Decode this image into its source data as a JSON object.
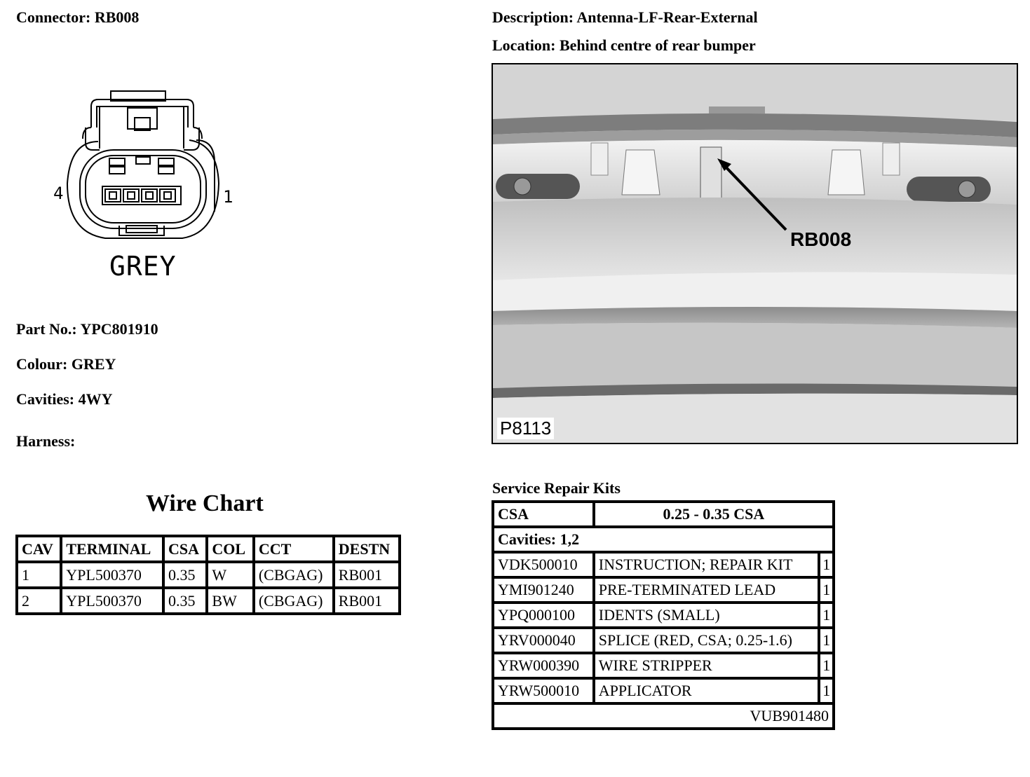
{
  "connector": {
    "label": "Connector:",
    "value": "RB008"
  },
  "description": {
    "label": "Description:",
    "value": "Antenna-LF-Rear-External"
  },
  "location": {
    "label": "Location:",
    "value": "Behind centre of rear bumper"
  },
  "drawing": {
    "pin_left": "4",
    "pin_right": "1",
    "colour_text": "GREY"
  },
  "photo": {
    "callout": "RB008",
    "ref": "P8113"
  },
  "part_no": {
    "label": "Part No.:",
    "value": "YPC801910"
  },
  "colour": {
    "label": "Colour:",
    "value": "GREY"
  },
  "cavities": {
    "label": "Cavities:",
    "value": "4WY"
  },
  "harness": {
    "label": "Harness:",
    "value": ""
  },
  "wire_chart": {
    "title": "Wire Chart",
    "headers": [
      "CAV",
      "TERMINAL",
      "CSA",
      "COL",
      "CCT",
      "DESTN"
    ],
    "rows": [
      [
        "1",
        "YPL500370",
        "0.35",
        "W",
        "(CBGAG)",
        "RB001"
      ],
      [
        "2",
        "YPL500370",
        "0.35",
        "BW",
        "(CBGAG)",
        "RB001"
      ]
    ]
  },
  "repair_kits": {
    "title": "Service Repair Kits",
    "csa_label": "CSA",
    "csa_value": "0.25 - 0.35 CSA",
    "cavities_line": "Cavities: 1,2",
    "items": [
      [
        "VDK500010",
        "INSTRUCTION; REPAIR KIT",
        "1"
      ],
      [
        "YMI901240",
        "PRE-TERMINATED LEAD",
        "1"
      ],
      [
        "YPQ000100",
        "IDENTS (SMALL)",
        "1"
      ],
      [
        "YRV000040",
        "SPLICE (RED, CSA; 0.25-1.6)",
        "1"
      ],
      [
        "YRW000390",
        "WIRE STRIPPER",
        "1"
      ],
      [
        "YRW500010",
        "APPLICATOR",
        "1"
      ]
    ],
    "footer": "VUB901480"
  }
}
